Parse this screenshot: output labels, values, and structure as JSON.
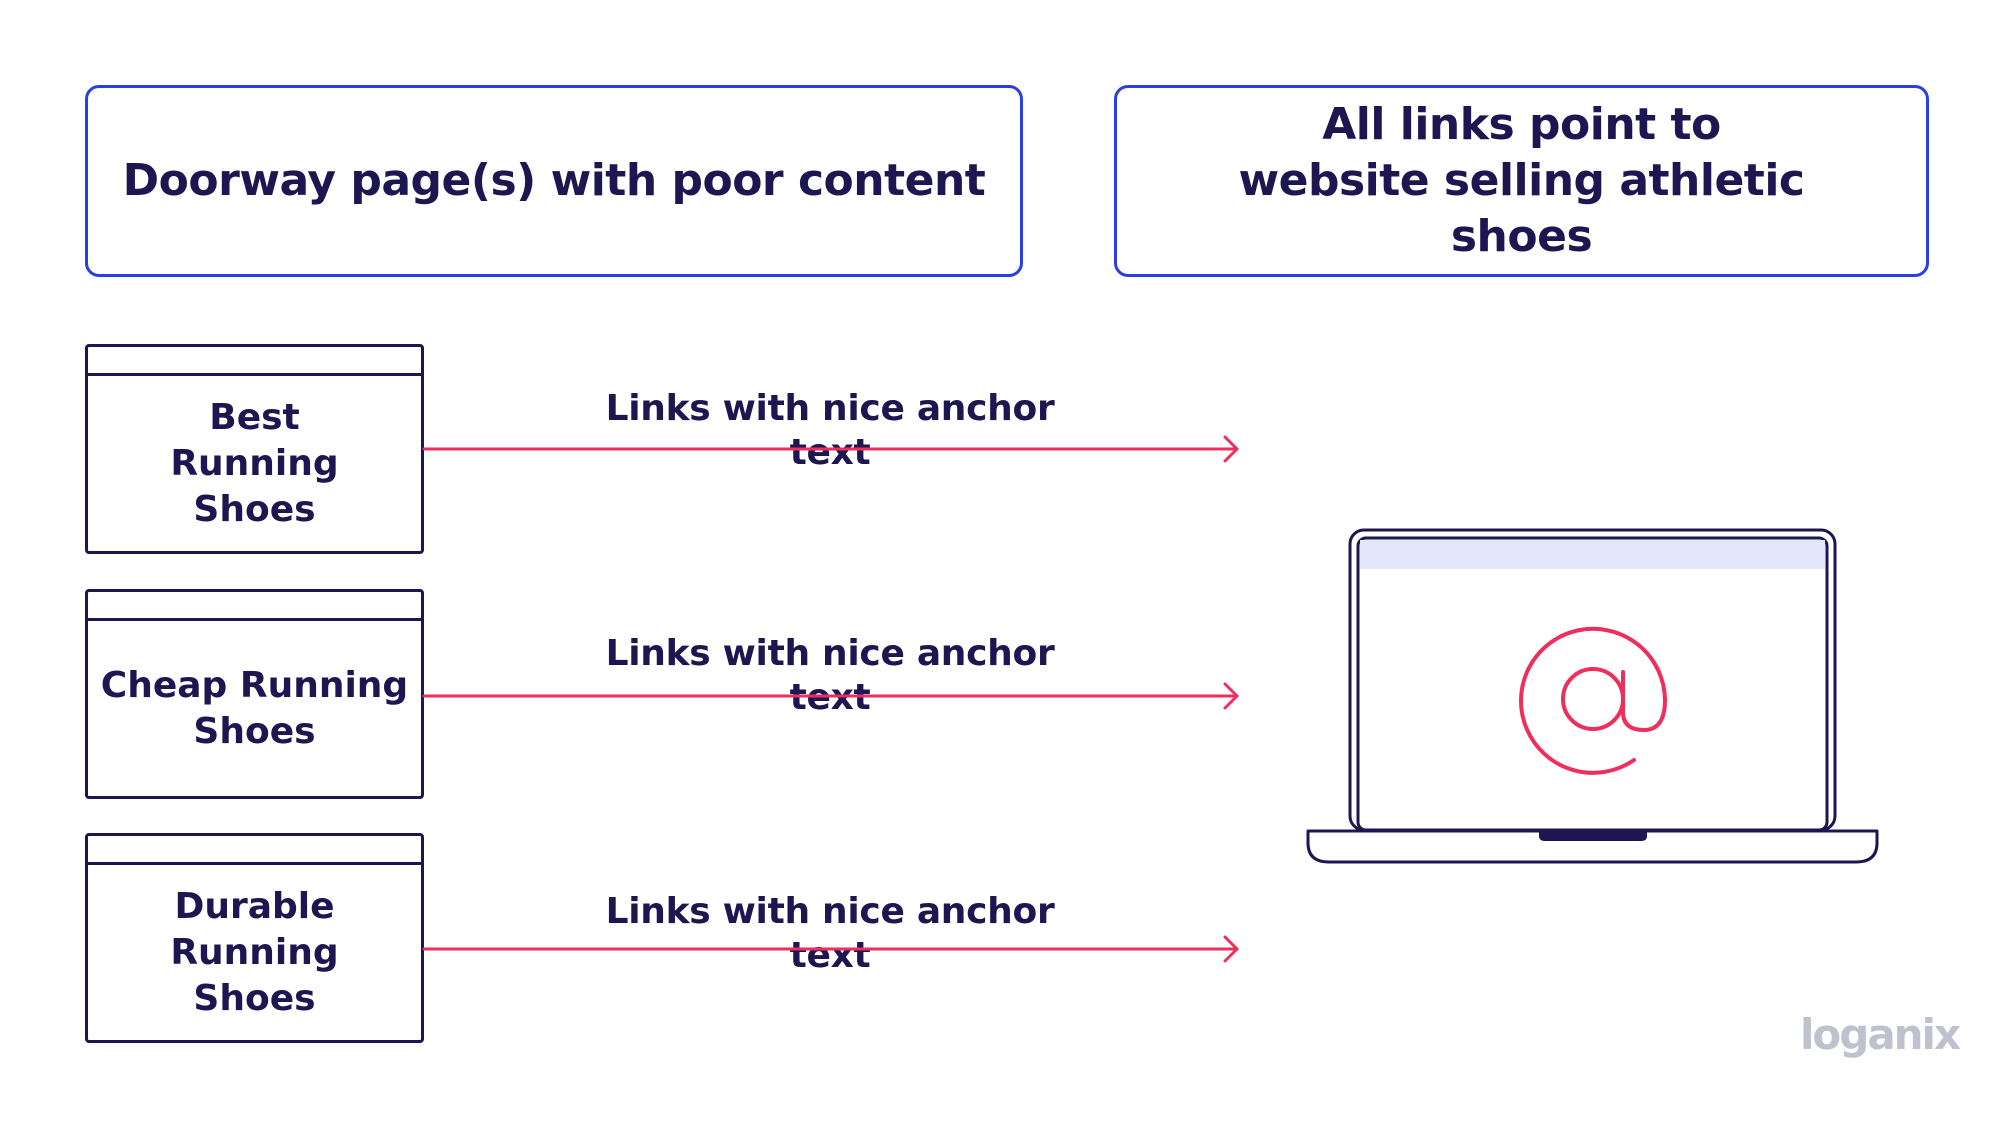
{
  "headers": {
    "left": "Doorway page(s) with poor content",
    "right": "All links point to website selling athletic shoes"
  },
  "doorway_pages": [
    {
      "title": "Best Running Shoes"
    },
    {
      "title": "Cheap Running Shoes"
    },
    {
      "title": "Durable Running Shoes"
    }
  ],
  "links": [
    {
      "label": "Links with nice anchor text"
    },
    {
      "label": "Links with nice anchor text"
    },
    {
      "label": "Links with nice anchor text"
    }
  ],
  "target_site": {
    "icon": "at-sign-icon"
  },
  "brand": {
    "logo_text": "loganix"
  },
  "colors": {
    "header_border": "#2b3fe0",
    "text": "#1e1650",
    "arrow": "#ee2e5b",
    "screen_bar": "#e3e7fb",
    "logo": "#bfc1ce"
  }
}
